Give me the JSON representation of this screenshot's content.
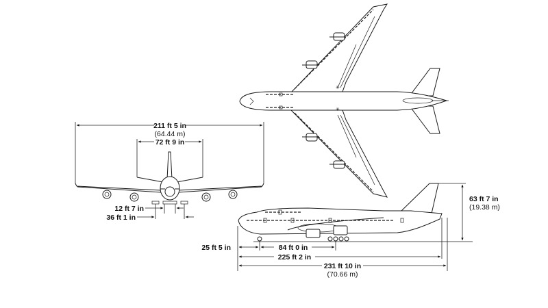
{
  "diagram": {
    "title": "Aircraft three-view dimensions",
    "front_view": {
      "wingspan": {
        "imperial": "211 ft 5 in",
        "metric": "(64.44 m)"
      },
      "tailplane_span": {
        "imperial": "72 ft 9 in"
      },
      "main_gear_track": {
        "imperial": "12 ft 7 in"
      },
      "outer_gear_track": {
        "imperial": "36 ft 1 in"
      }
    },
    "side_view": {
      "height": {
        "imperial": "63 ft 7 in",
        "metric": "(19.38 m)"
      },
      "nose_to_nose_gear": {
        "imperial": "25 ft 5 in"
      },
      "wheelbase": {
        "imperial": "84 ft 0 in"
      },
      "fuselage_length": {
        "imperial": "225 ft 2 in"
      },
      "overall_length": {
        "imperial": "231 ft 10 in",
        "metric": "(70.66 m)"
      }
    }
  }
}
